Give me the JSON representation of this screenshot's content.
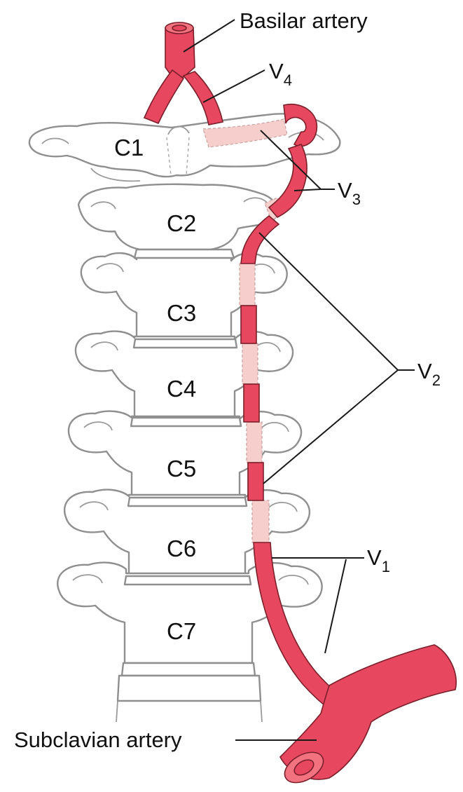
{
  "labels": {
    "basilar": "Basilar artery",
    "subclavian": "Subclavian artery",
    "v4": {
      "main": "V",
      "sub": "4"
    },
    "v3": {
      "main": "V",
      "sub": "3"
    },
    "v2": {
      "main": "V",
      "sub": "2"
    },
    "v1": {
      "main": "V",
      "sub": "1"
    }
  },
  "vertebrae": [
    "C1",
    "C2",
    "C3",
    "C4",
    "C5",
    "C6",
    "C7"
  ],
  "colors": {
    "artery": "#e8485f",
    "artery_in_foramen": "#f6cfcc",
    "bone_outline": "#8f8f8f"
  }
}
